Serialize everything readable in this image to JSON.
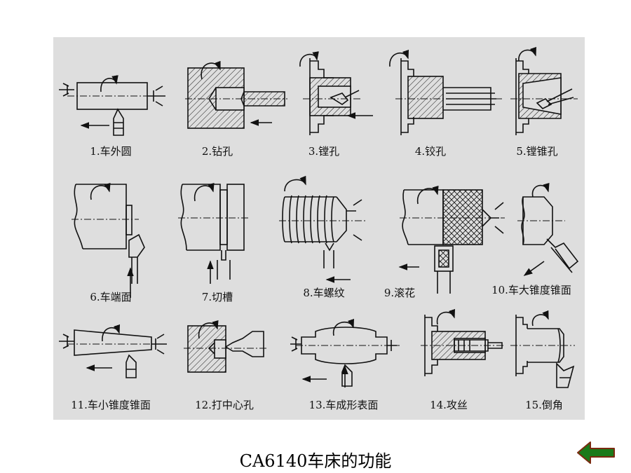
{
  "caption": "CA6140车床的功能",
  "colors": {
    "panel": "#dedede",
    "line": "#111111",
    "arrow_fill": "#1a7a1a",
    "arrow_stroke": "#7a2a10"
  },
  "operations": [
    {
      "label": "1.车外圆"
    },
    {
      "label": "2.钻孔"
    },
    {
      "label": "3.镗孔"
    },
    {
      "label": "4.铰孔"
    },
    {
      "label": "5.镗锥孔"
    },
    {
      "label": "6.车端面"
    },
    {
      "label": "7.切槽"
    },
    {
      "label": "8.车螺纹"
    },
    {
      "label": "9.滚花"
    },
    {
      "label": "10.车大锥度锥面"
    },
    {
      "label": "11.车小锥度锥面"
    },
    {
      "label": "12.打中心孔"
    },
    {
      "label": "13.车成形表面"
    },
    {
      "label": "14.攻丝"
    },
    {
      "label": "15.倒角"
    }
  ],
  "back_icon": "back-arrow-icon"
}
